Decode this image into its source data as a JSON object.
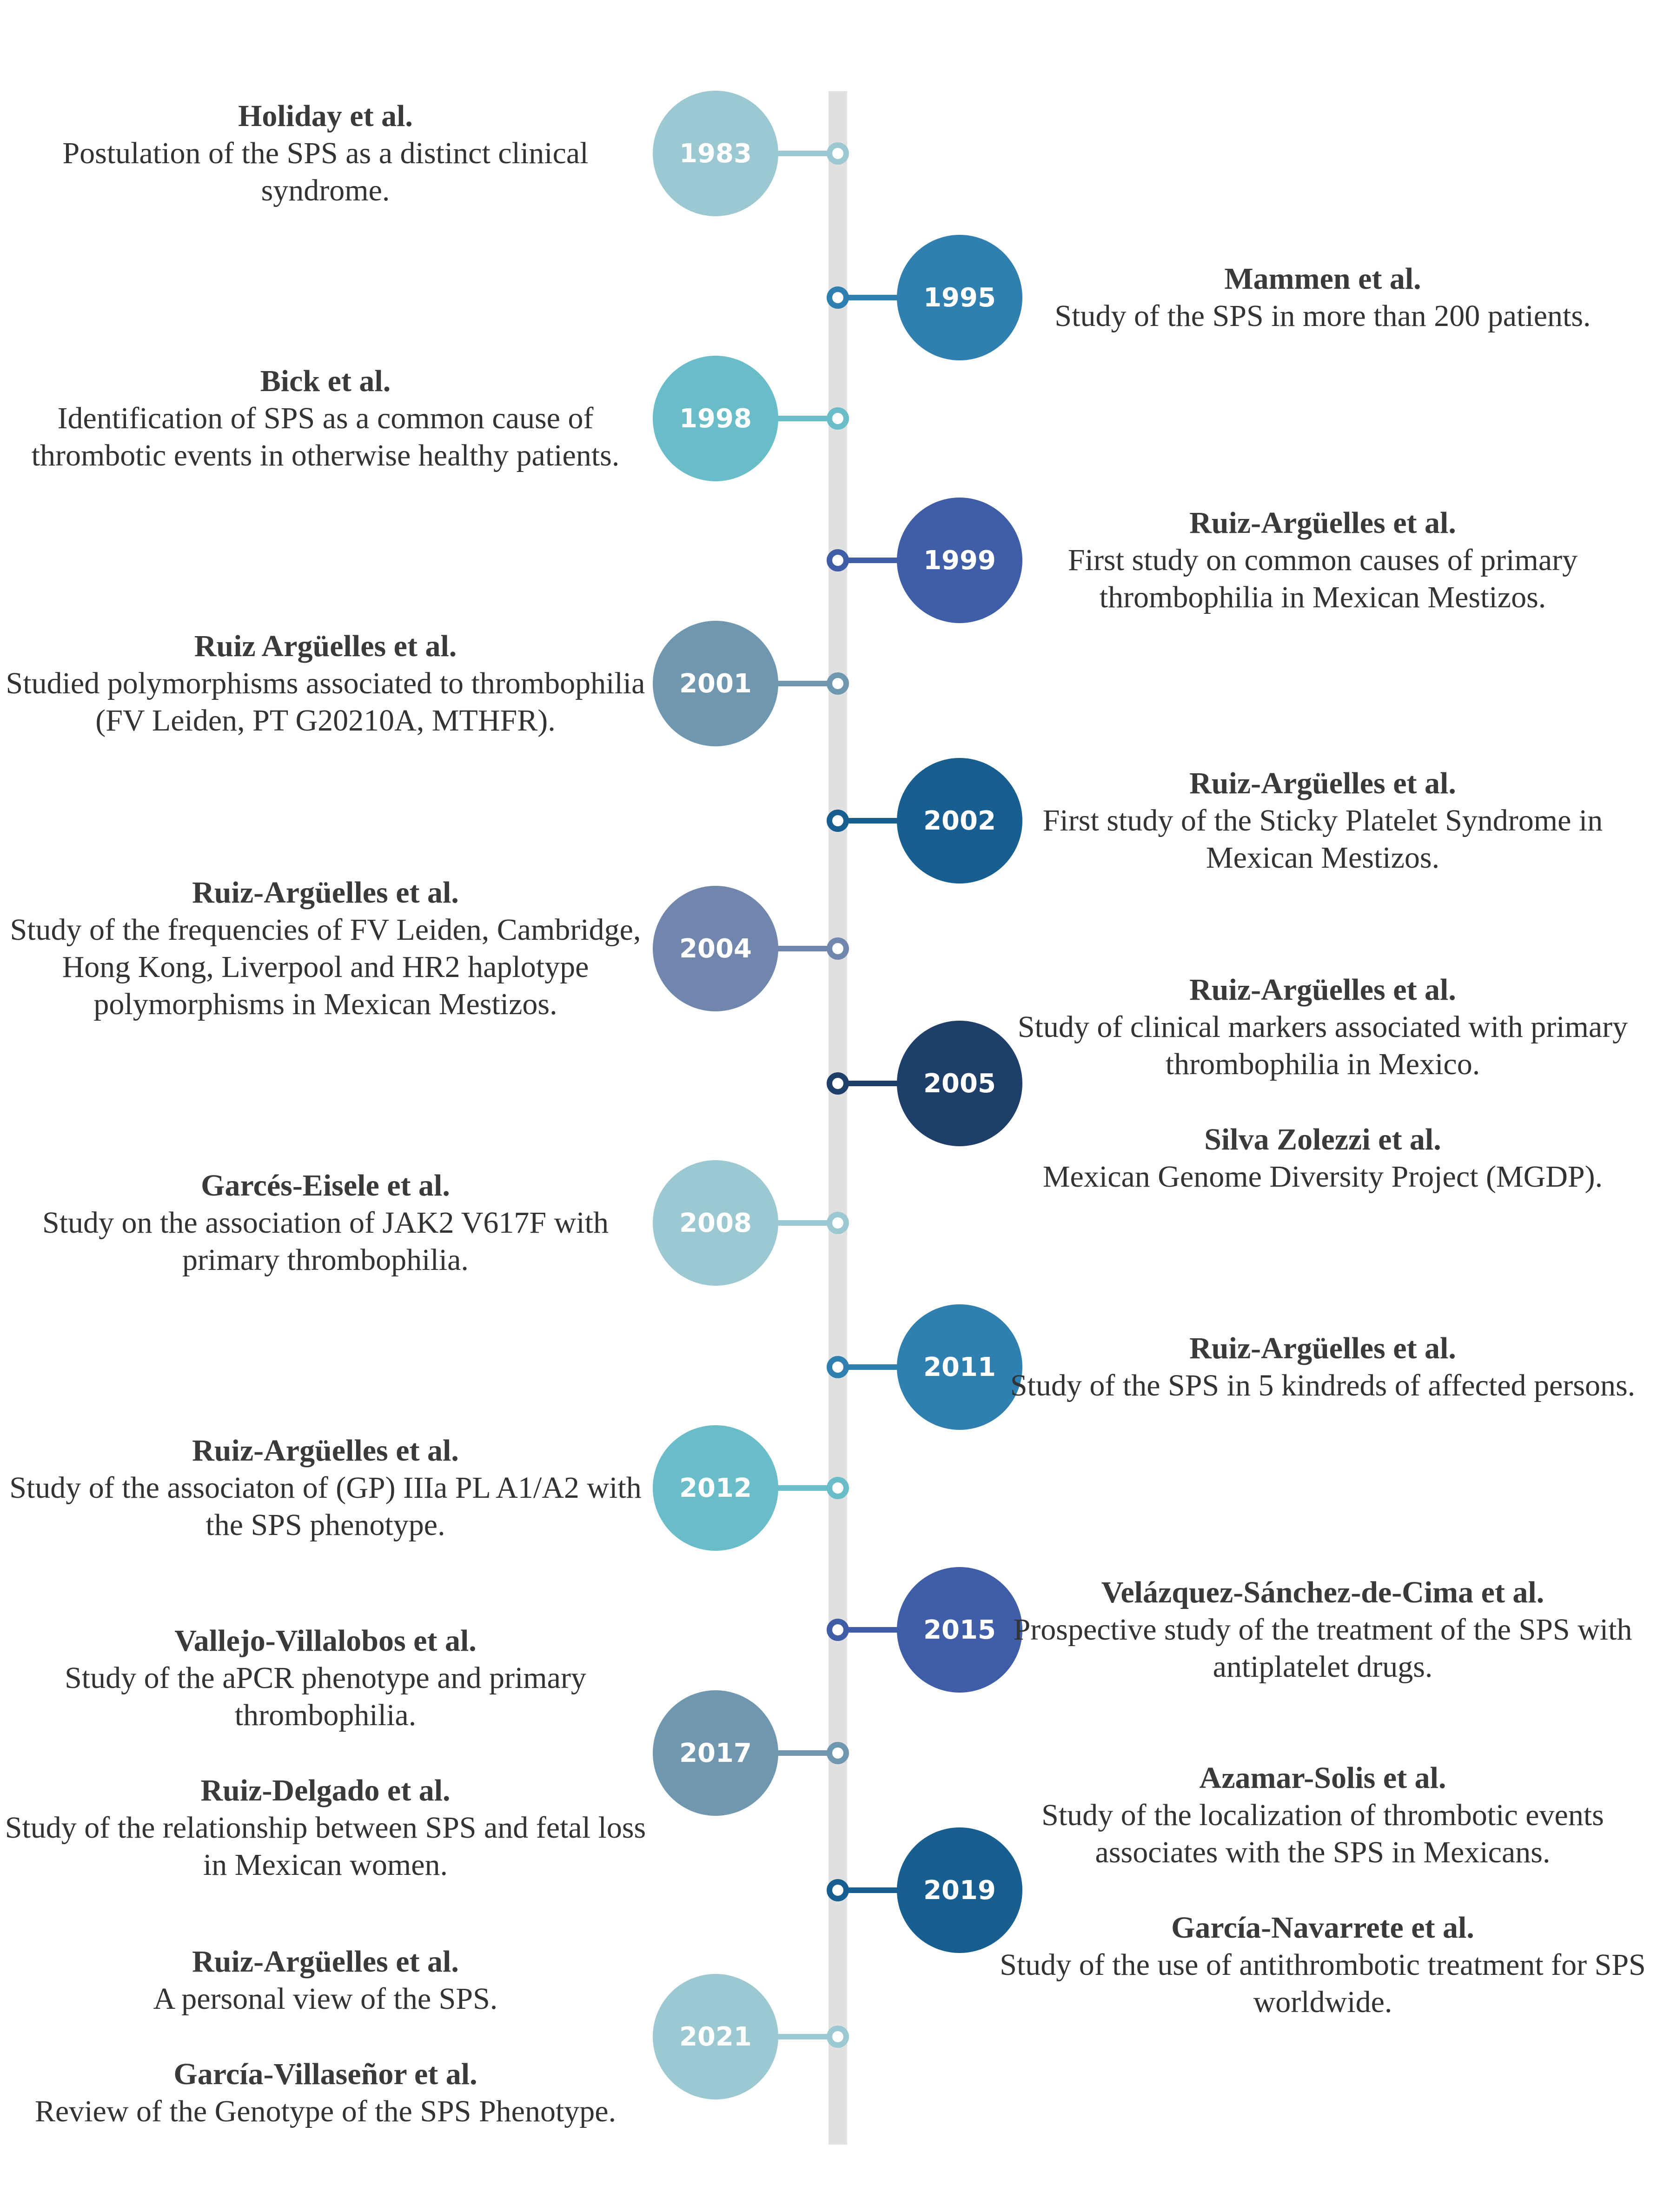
{
  "events": [
    {
      "year": "1983",
      "side": "left",
      "color": "#9cc8d1",
      "references": [
        {
          "author": "Holiday et al.",
          "description": "Postulation of the SPS as a distinct clinical syndrome."
        }
      ]
    },
    {
      "year": "1995",
      "side": "right",
      "color": "#2f80b1",
      "references": [
        {
          "author": "Mammen et al.",
          "description": "Study of the SPS in more than 200 patients."
        }
      ]
    },
    {
      "year": "1998",
      "side": "left",
      "color": "#68bdc8",
      "references": [
        {
          "author": "Bick et al.",
          "description": "Identification of SPS as a common cause of thrombotic events in otherwise healthy patients."
        }
      ]
    },
    {
      "year": "1999",
      "side": "right",
      "color": "#3f5ea7",
      "references": [
        {
          "author": "Ruiz-Argüelles et al.",
          "description": "First study on common causes of primary thrombophilia in Mexican Mestizos."
        }
      ]
    },
    {
      "year": "2001",
      "side": "left",
      "color": "#6f98b0",
      "references": [
        {
          "author": "Ruiz Argüelles et al.",
          "description": "Studied polymorphisms associated to thrombophilia (FV Leiden, PT G20210A, MTHFR)."
        }
      ]
    },
    {
      "year": "2002",
      "side": "right",
      "color": "#175f90",
      "references": [
        {
          "author": "Ruiz-Argüelles et al.",
          "description": "First study of the Sticky Platelet Syndrome in Mexican Mestizos."
        }
      ]
    },
    {
      "year": "2004",
      "side": "left",
      "color": "#7186ac",
      "references": [
        {
          "author": "Ruiz-Argüelles et al.",
          "description": "Study of the frequencies of FV Leiden, Cambridge, Hong Kong, Liverpool and HR2 haplotype polymorphisms in Mexican Mestizos."
        }
      ]
    },
    {
      "year": "2005",
      "side": "right",
      "color": "#1f3f6b",
      "references": [
        {
          "author": "Ruiz-Argüelles et al.",
          "description": "Study of clinical markers associated with primary thrombophilia in Mexico."
        },
        {
          "author": "Silva Zolezzi et al.",
          "description": "Mexican Genome Diversity Project (MGDP)."
        }
      ]
    },
    {
      "year": "2008",
      "side": "left",
      "color": "#9cc8d1",
      "references": [
        {
          "author": "Garcés-Eisele et al.",
          "description": "Study on the association of JAK2 V617F with primary thrombophilia."
        }
      ]
    },
    {
      "year": "2011",
      "side": "right",
      "color": "#2f80b1",
      "references": [
        {
          "author": "Ruiz-Argüelles et al.",
          "description": "Study of the SPS in 5 kindreds of affected persons."
        }
      ]
    },
    {
      "year": "2012",
      "side": "left",
      "color": "#68bdc8",
      "references": [
        {
          "author": "Ruiz-Argüelles et al.",
          "description": "Study of the associaton of (GP) IIIa PL A1/A2 with the SPS phenotype."
        }
      ]
    },
    {
      "year": "2015",
      "side": "right",
      "color": "#3f5ea7",
      "references": [
        {
          "author": "Velázquez-Sánchez-de-Cima et al.",
          "description": "Prospective study of the treatment of the SPS with antiplatelet drugs."
        }
      ]
    },
    {
      "year": "2017",
      "side": "left",
      "color": "#6f98b0",
      "references": [
        {
          "author": "Vallejo-Villalobos et al.",
          "description": "Study of the aPCR phenotype and primary thrombophilia."
        },
        {
          "author": "Ruiz-Delgado et al.",
          "description": "Study of the relationship between SPS and fetal loss in Mexican women."
        }
      ]
    },
    {
      "year": "2019",
      "side": "right",
      "color": "#175f90",
      "references": [
        {
          "author": "Azamar-Solis et al.",
          "description": "Study of the localization of thrombotic events associates with the SPS in Mexicans."
        },
        {
          "author": "García-Navarrete et al.",
          "description": "Study of the use of antithrombotic treatment for SPS worldwide."
        }
      ]
    },
    {
      "year": "2021",
      "side": "left",
      "color": "#9cc8d1",
      "references": [
        {
          "author": "Ruiz-Argüelles et al.",
          "description": "A personal view of the SPS."
        },
        {
          "author": "García-Villaseñor et al.",
          "description": "Review of the Genotype of the SPS Phenotype."
        }
      ]
    }
  ]
}
